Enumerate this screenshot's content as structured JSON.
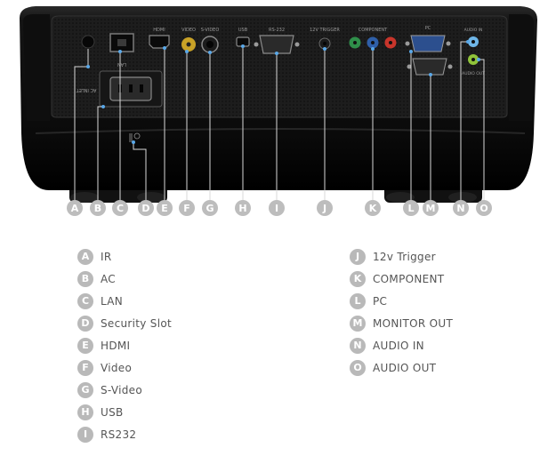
{
  "legend": {
    "left": [
      {
        "letter": "A",
        "label": "IR"
      },
      {
        "letter": "B",
        "label": "AC"
      },
      {
        "letter": "C",
        "label": "LAN"
      },
      {
        "letter": "D",
        "label": "Security Slot"
      },
      {
        "letter": "E",
        "label": "HDMI"
      },
      {
        "letter": "F",
        "label": "Video"
      },
      {
        "letter": "G",
        "label": "S-Video"
      },
      {
        "letter": "H",
        "label": "USB"
      },
      {
        "letter": "I",
        "label": "RS232"
      }
    ],
    "right": [
      {
        "letter": "J",
        "label": "12v Trigger"
      },
      {
        "letter": "K",
        "label": "COMPONENT"
      },
      {
        "letter": "L",
        "label": "PC"
      },
      {
        "letter": "M",
        "label": "MONITOR OUT"
      },
      {
        "letter": "N",
        "label": "AUDIO IN"
      },
      {
        "letter": "O",
        "label": "AUDIO OUT"
      }
    ]
  },
  "callouts": [
    "A",
    "B",
    "C",
    "D",
    "E",
    "F",
    "G",
    "H",
    "I",
    "J",
    "K",
    "L",
    "M",
    "N",
    "O"
  ],
  "panel_text": {
    "lan": "LAN",
    "hdmi": "HDMI",
    "video": "VIDEO",
    "s_video": "S-VIDEO",
    "usb": "USB",
    "rs232": "RS-232",
    "trigger": "12V TRIGGER",
    "component": "COMPONENT",
    "pc": "PC",
    "audio_in": "AUDIO IN",
    "audio_out": "AUDIO OUT",
    "ac_inlet": "AC INLET"
  },
  "colors": {
    "body": "#0b0b0b",
    "panel": "#202020",
    "callout_line": "#d8d8d8",
    "badge": "#b9b9b9",
    "legend_text": "#555555"
  }
}
